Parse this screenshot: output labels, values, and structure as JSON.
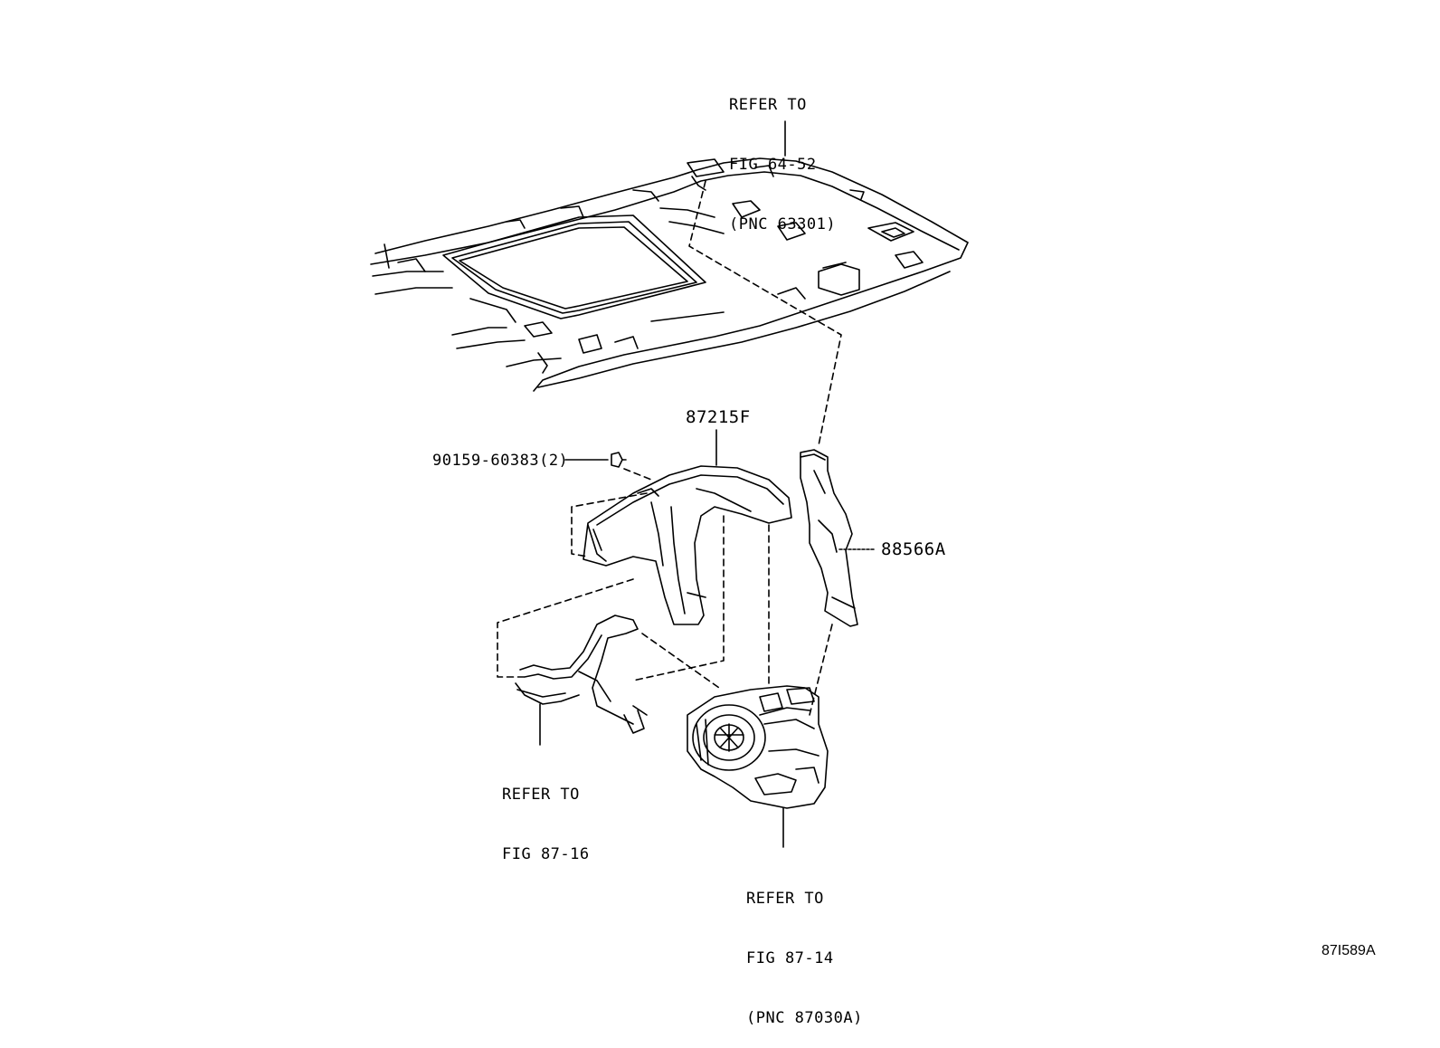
{
  "diagram": {
    "callouts": {
      "roof_ref": {
        "lines": [
          "REFER TO",
          "FIG 64-52",
          "(PNC 63301)"
        ]
      },
      "part_87215F": {
        "label": "87215F"
      },
      "bolt": {
        "label": "90159-60383(2)"
      },
      "part_88566A": {
        "label": "88566A"
      },
      "pipe_ref": {
        "lines": [
          "REFER TO",
          "FIG 87-16"
        ]
      },
      "blower_ref": {
        "lines": [
          "REFER TO",
          "FIG 87-14",
          "(PNC 87030A)"
        ]
      }
    },
    "figure_code": "87I589A"
  }
}
